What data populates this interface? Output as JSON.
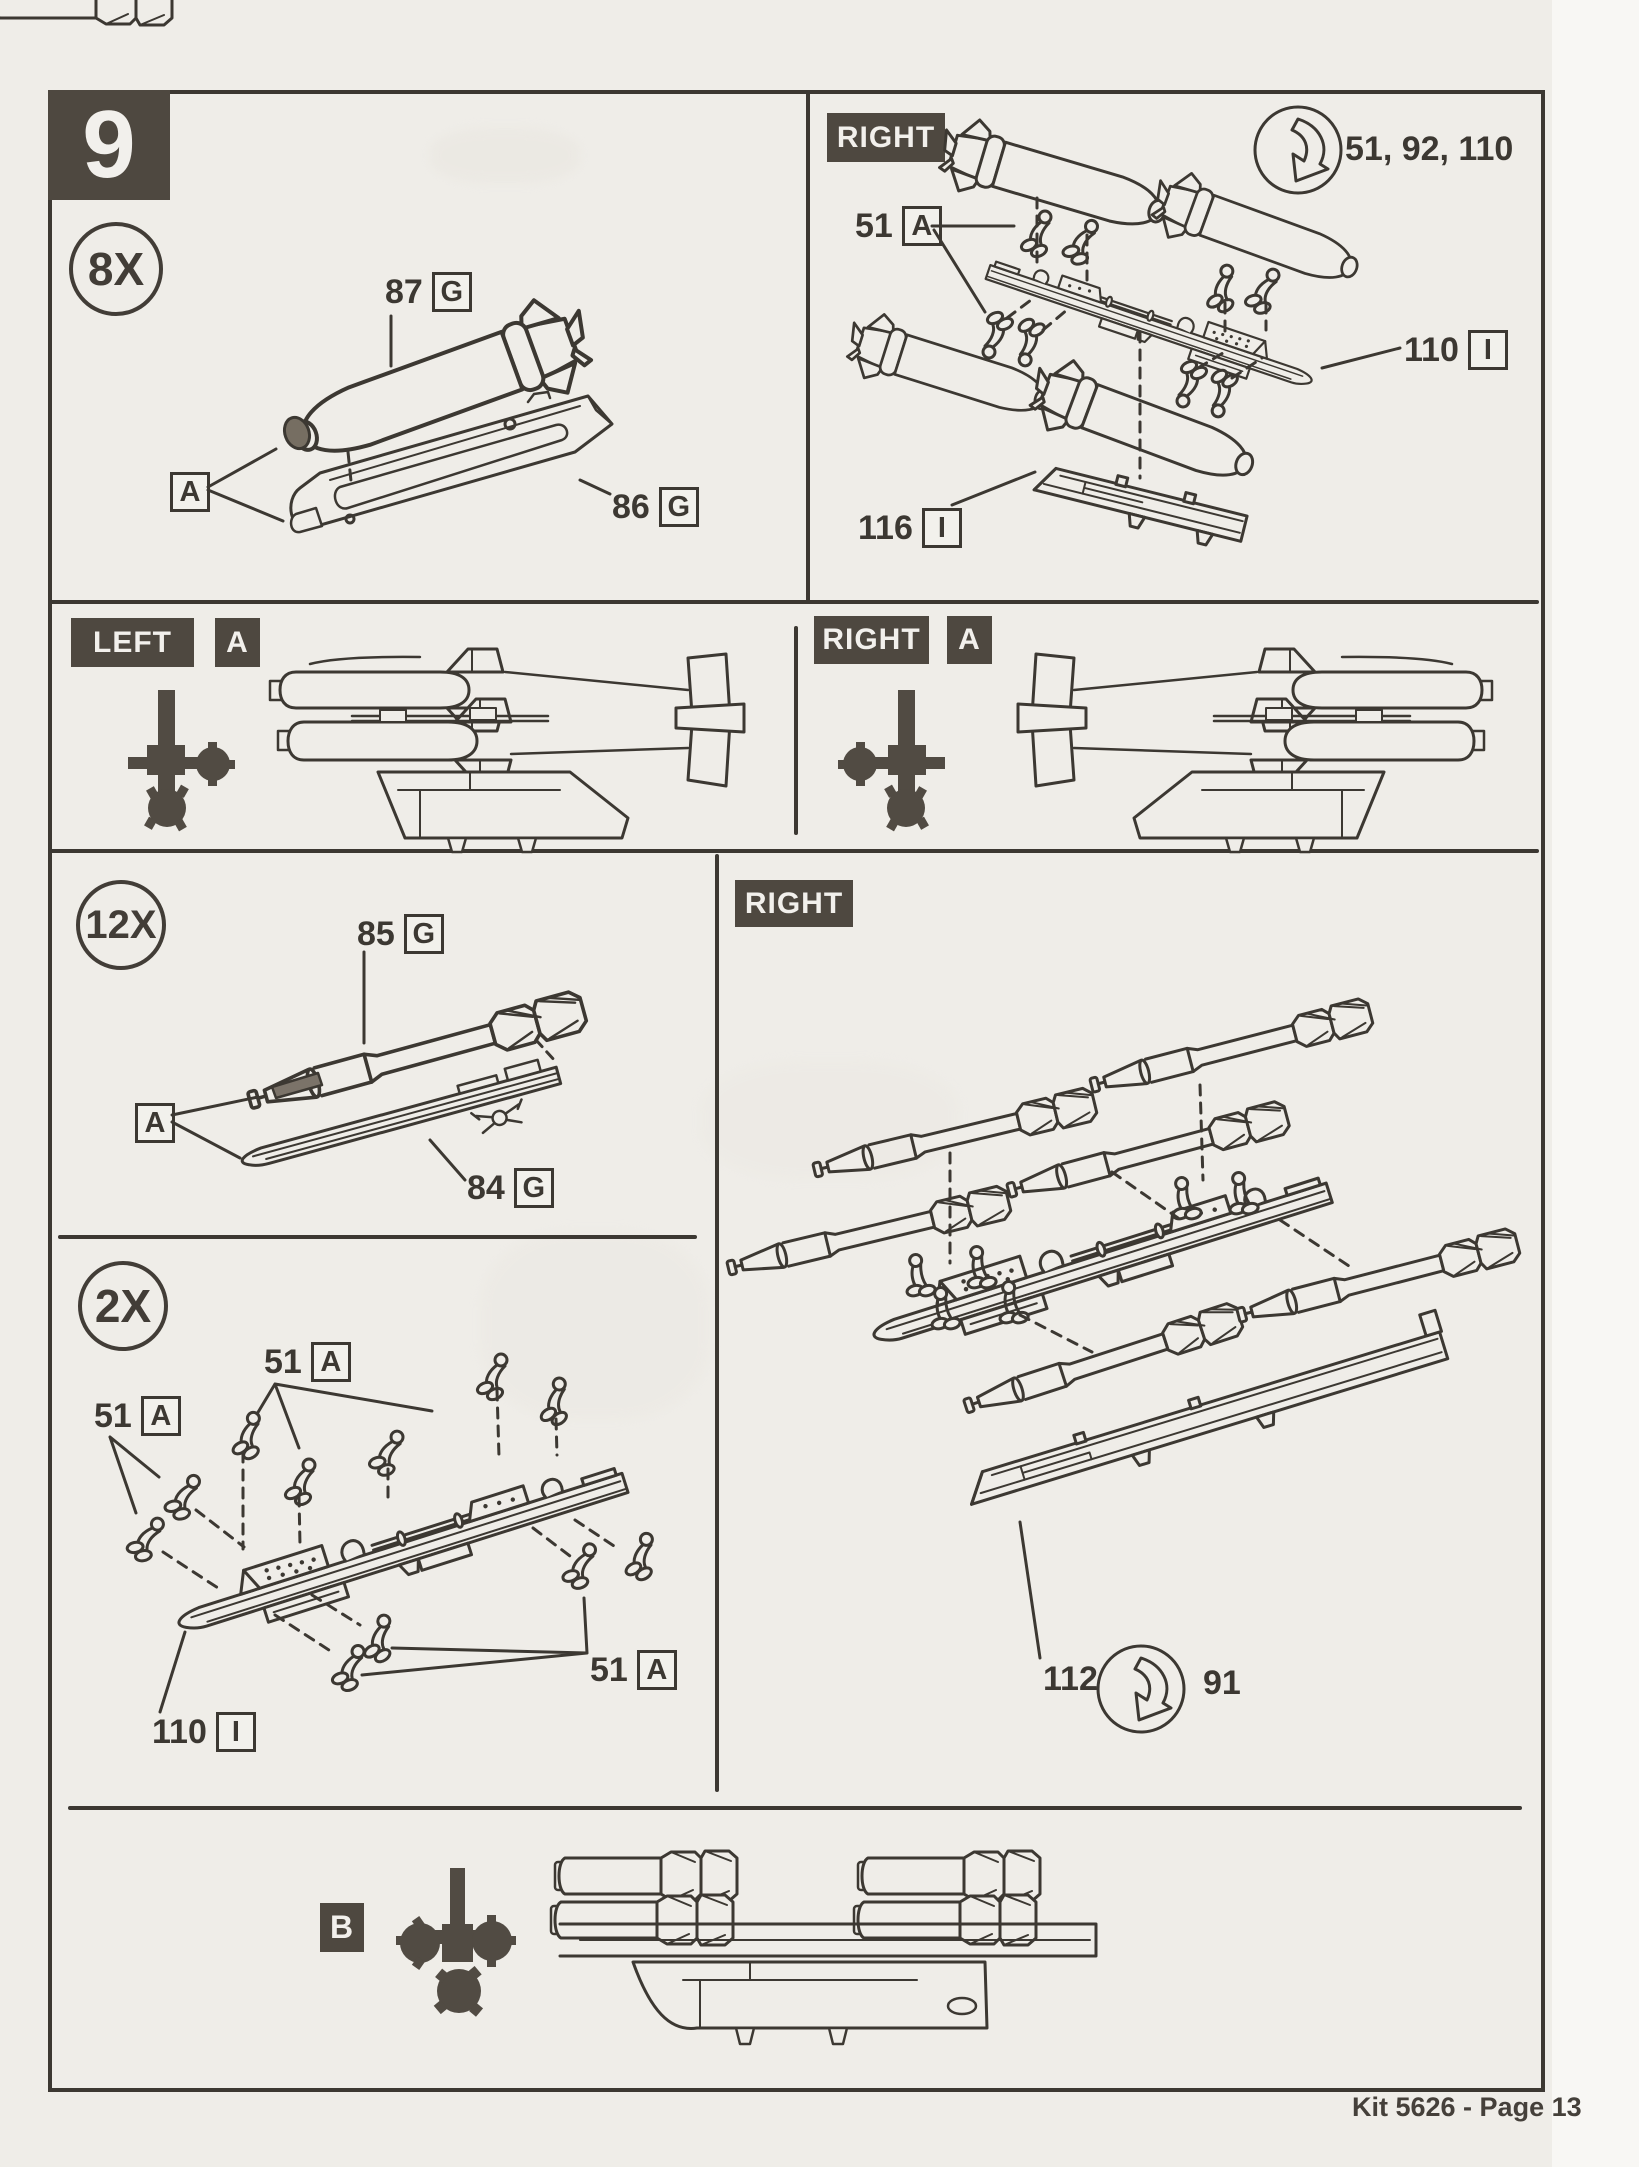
{
  "page": {
    "step_number": "9",
    "footer": "Kit 5626 - Page 13"
  },
  "sections": {
    "assembly_8x": {
      "quantity": "8X",
      "position_label": "A",
      "parts": [
        {
          "number": "87",
          "sprue": "G"
        },
        {
          "number": "86",
          "sprue": "G"
        }
      ]
    },
    "top_right": {
      "label": "RIGHT",
      "decal_parts": "51, 92, 110",
      "sway_callout": {
        "number": "51",
        "sprue": "A"
      },
      "rack_callout": {
        "number": "110",
        "sprue": "I"
      },
      "panel_callout": {
        "number": "116",
        "sprue": "I"
      }
    },
    "left_view": {
      "label": "LEFT",
      "position_label": "A"
    },
    "right_view": {
      "label": "RIGHT",
      "position_label": "A"
    },
    "assembly_12x": {
      "quantity": "12X",
      "position_label": "A",
      "parts": [
        {
          "number": "85",
          "sprue": "G"
        },
        {
          "number": "84",
          "sprue": "G"
        }
      ]
    },
    "assembly_2x": {
      "quantity": "2X",
      "sway_callouts": [
        {
          "number": "51",
          "sprue": "A"
        },
        {
          "number": "51",
          "sprue": "A"
        },
        {
          "number": "51",
          "sprue": "A"
        }
      ],
      "rack_callout": {
        "number": "110",
        "sprue": "I"
      }
    },
    "bottom_right": {
      "label": "RIGHT",
      "panel_number": "112",
      "decal_part": "91"
    },
    "bottom_view": {
      "position_label": "B"
    }
  }
}
